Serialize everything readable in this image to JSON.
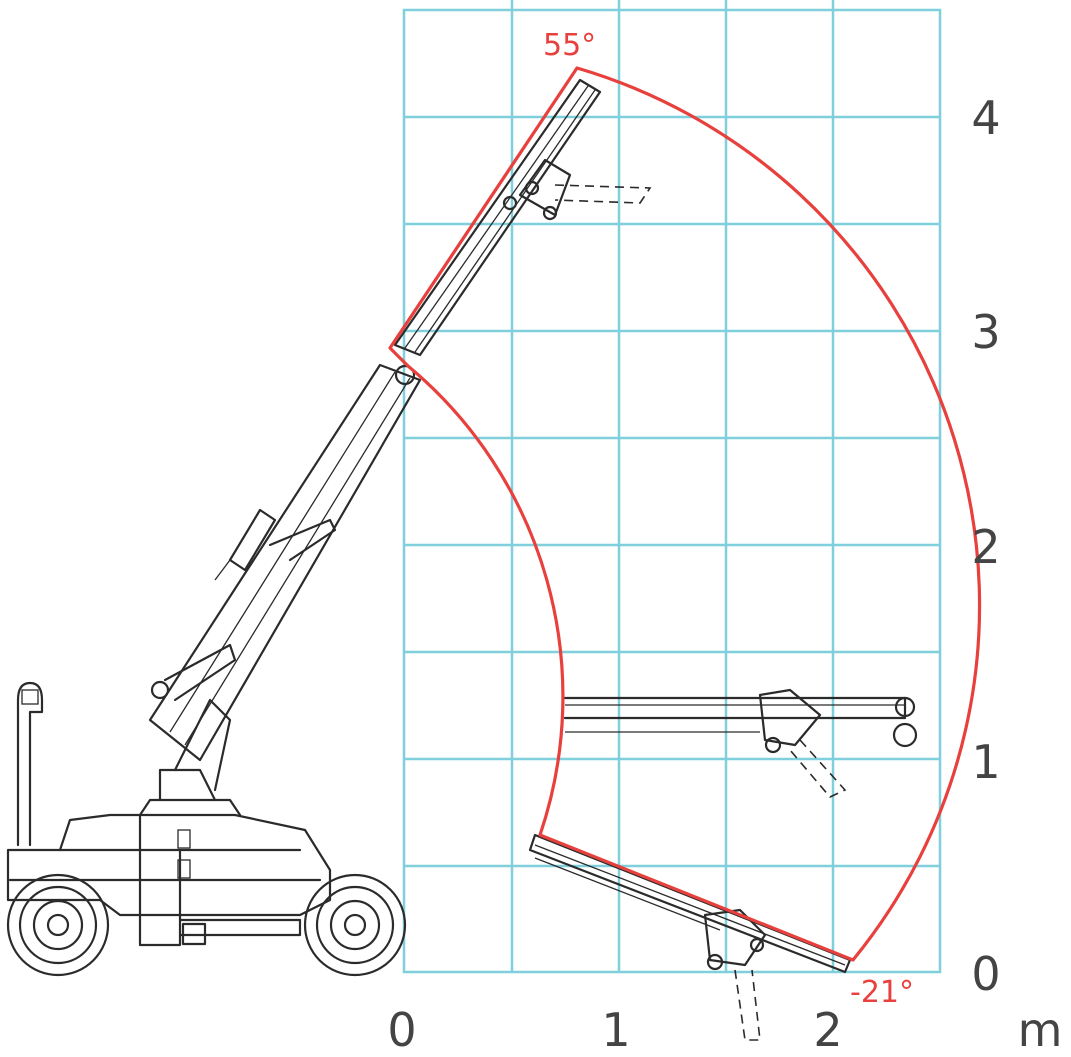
{
  "diagram": {
    "x_ticks": [
      "0",
      "1",
      "2"
    ],
    "y_ticks": [
      "0",
      "1",
      "2",
      "3",
      "4"
    ],
    "unit_label": "m",
    "angle_max": "55°",
    "angle_min": "-21°"
  },
  "colors": {
    "grid": "#7fcfdc",
    "envelope": "#e8403d",
    "machine": "#2b2b2b",
    "axis_text": "#444444"
  }
}
